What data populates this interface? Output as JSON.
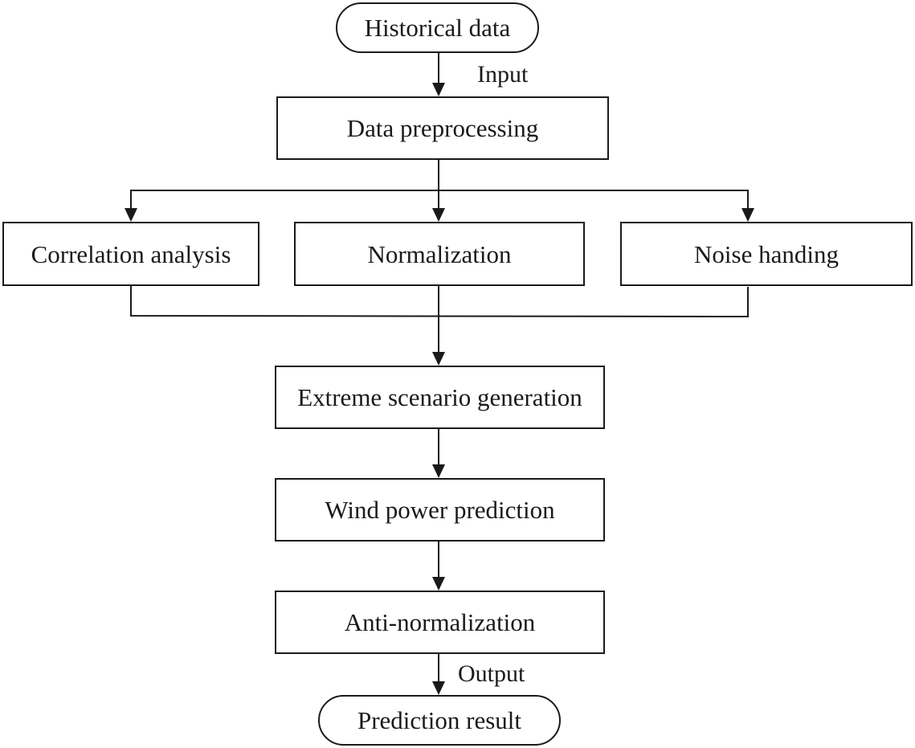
{
  "diagram": {
    "nodes": {
      "historical_data": "Historical data",
      "data_preprocessing": "Data preprocessing",
      "correlation_analysis": "Correlation analysis",
      "normalization": "Normalization",
      "noise_handing": "Noise handing",
      "extreme_scenario_generation": "Extreme scenario generation",
      "wind_power_prediction": "Wind power prediction",
      "anti_normalization": "Anti-normalization",
      "prediction_result": "Prediction result"
    },
    "edge_labels": {
      "input": "Input",
      "output": "Output"
    },
    "edges": [
      {
        "from": "historical_data",
        "to": "data_preprocessing",
        "label": "Input"
      },
      {
        "from": "data_preprocessing",
        "to": "correlation_analysis"
      },
      {
        "from": "data_preprocessing",
        "to": "normalization"
      },
      {
        "from": "data_preprocessing",
        "to": "noise_handing"
      },
      {
        "from": "correlation_analysis",
        "to": "extreme_scenario_generation"
      },
      {
        "from": "normalization",
        "to": "extreme_scenario_generation"
      },
      {
        "from": "noise_handing",
        "to": "extreme_scenario_generation"
      },
      {
        "from": "extreme_scenario_generation",
        "to": "wind_power_prediction"
      },
      {
        "from": "wind_power_prediction",
        "to": "anti_normalization"
      },
      {
        "from": "anti_normalization",
        "to": "prediction_result",
        "label": "Output"
      }
    ]
  }
}
